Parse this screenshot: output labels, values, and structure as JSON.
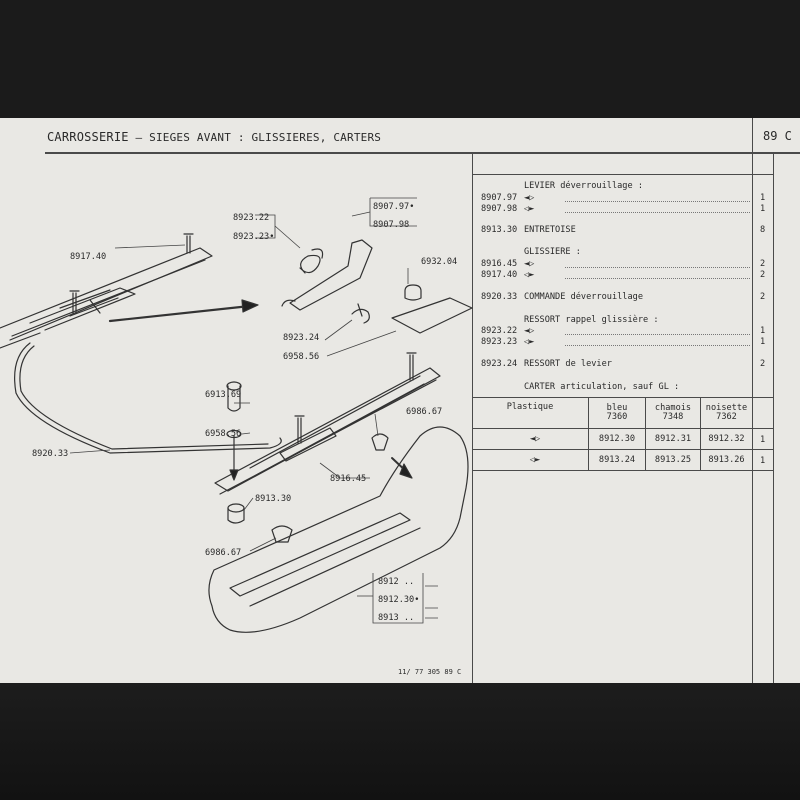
{
  "header": {
    "section": "CARROSSERIE",
    "subtitle": "– SIEGES AVANT : GLISSIERES, CARTERS",
    "page": "89 C"
  },
  "diagram_labels": {
    "l8923_22": "8923.22",
    "l8923_23": "8923.23•",
    "l8907_97": "8907.97•",
    "l8907_98": "8907.98",
    "l8917_40": "8917.40",
    "l6932_04": "6932.04",
    "l8923_24": "8923.24",
    "l6958_56a": "6958.56",
    "l6913_69": "6913.69",
    "l6958_56b": "6958.56",
    "l6986_67a": "6986.67",
    "l8920_33": "8920.33",
    "l8916_45": "8916.45",
    "l8913_30": "8913.30",
    "l6986_67b": "6986.67",
    "l8912a": "8912 ..",
    "l8912_30": "8912.30•",
    "l8913b": "8913 .."
  },
  "parts_list": [
    {
      "ref": "",
      "desc": "LEVIER déverrouillage :",
      "qty": ""
    },
    {
      "ref": "8907.97",
      "desc": "◄▷",
      "qty": "1"
    },
    {
      "ref": "8907.98",
      "desc": "◁►",
      "qty": "1"
    },
    {
      "ref": "8913.30",
      "desc": "ENTRETOISE",
      "qty": "8"
    },
    {
      "ref": "",
      "desc": "GLISSIERE :",
      "qty": ""
    },
    {
      "ref": "8916.45",
      "desc": "◄▷",
      "qty": "2"
    },
    {
      "ref": "8917.40",
      "desc": "◁►",
      "qty": "2"
    },
    {
      "ref": "8920.33",
      "desc": "COMMANDE déverrouillage",
      "qty": "2"
    },
    {
      "ref": "",
      "desc": "RESSORT rappel glissière :",
      "qty": ""
    },
    {
      "ref": "8923.22",
      "desc": "◄▷",
      "qty": "1"
    },
    {
      "ref": "8923.23",
      "desc": "◁►",
      "qty": "1"
    },
    {
      "ref": "8923.24",
      "desc": "RESSORT de levier",
      "qty": "2"
    },
    {
      "ref": "",
      "desc": "CARTER articulation, sauf GL :",
      "qty": ""
    }
  ],
  "color_table": {
    "row_header": "Plastique",
    "columns": [
      {
        "name": "bleu",
        "code": "7360"
      },
      {
        "name": "chamois",
        "code": "7348"
      },
      {
        "name": "noisette",
        "code": "7362"
      }
    ],
    "rows": [
      {
        "side": "◄▷",
        "values": [
          "8912.30",
          "8912.31",
          "8912.32"
        ],
        "qty": "1"
      },
      {
        "side": "◁►",
        "values": [
          "8913.24",
          "8913.25",
          "8913.26"
        ],
        "qty": "1"
      }
    ]
  },
  "footer": "11/ 77 305 89 C"
}
